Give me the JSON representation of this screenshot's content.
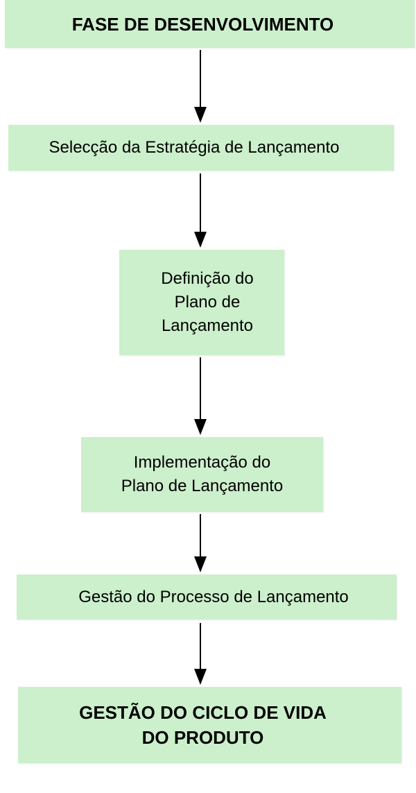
{
  "colors": {
    "box_fill": "#ccefcc",
    "arrow": "#000000",
    "text": "#000000"
  },
  "diagram": {
    "nodes": [
      {
        "id": "fase-desenvolvimento",
        "label": "FASE DE DESENVOLVIMENTO",
        "bold": true
      },
      {
        "id": "seleccao-estrategia",
        "label": "Selecção da Estratégia de Lançamento",
        "bold": false
      },
      {
        "id": "definicao-plano",
        "label": "Definição do\nPlano de\nLançamento",
        "bold": false
      },
      {
        "id": "implementacao-plano",
        "label": "Implementação do\nPlano de Lançamento",
        "bold": false
      },
      {
        "id": "gestao-processo",
        "label": "Gestão do Processo de Lançamento",
        "bold": false
      },
      {
        "id": "gestao-ciclo-vida",
        "label": "GESTÃO DO CICLO DE VIDA\nDO PRODUTO",
        "bold": true
      }
    ],
    "edges": [
      {
        "from": "fase-desenvolvimento",
        "to": "seleccao-estrategia"
      },
      {
        "from": "seleccao-estrategia",
        "to": "definicao-plano"
      },
      {
        "from": "definicao-plano",
        "to": "implementacao-plano"
      },
      {
        "from": "implementacao-plano",
        "to": "gestao-processo"
      },
      {
        "from": "gestao-processo",
        "to": "gestao-ciclo-vida"
      }
    ]
  }
}
